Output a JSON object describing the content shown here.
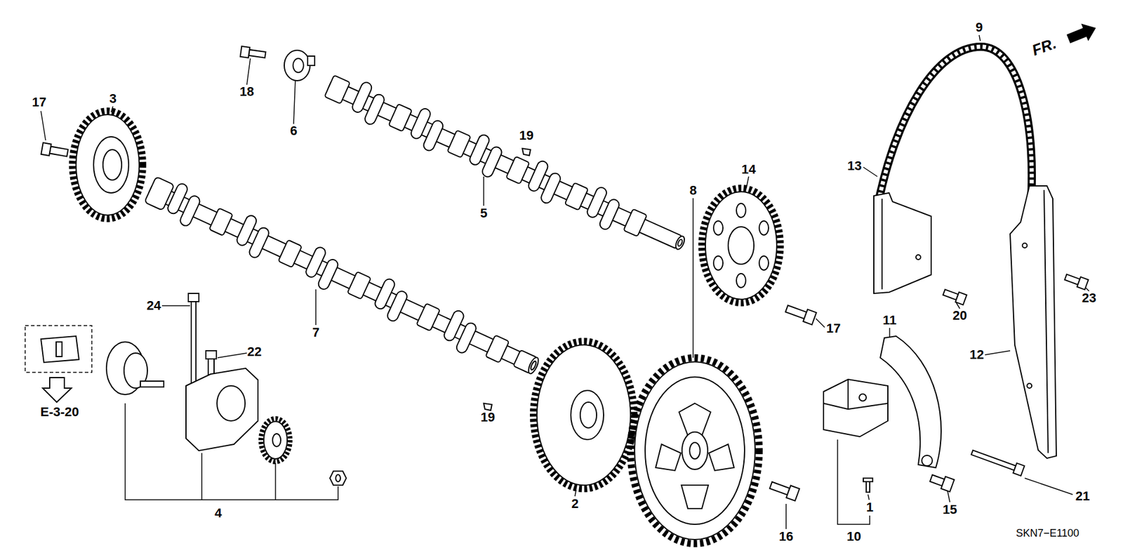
{
  "diagram": {
    "labels": [
      "17",
      "3",
      "18",
      "6",
      "9",
      "FR.",
      "5",
      "19",
      "14",
      "13",
      "8",
      "24",
      "23",
      "20",
      "17",
      "11",
      "7",
      "22",
      "12",
      "E-3-20",
      "19",
      "2",
      "21",
      "15",
      "1",
      "4",
      "10",
      "16",
      "SKN7−E1100"
    ]
  }
}
